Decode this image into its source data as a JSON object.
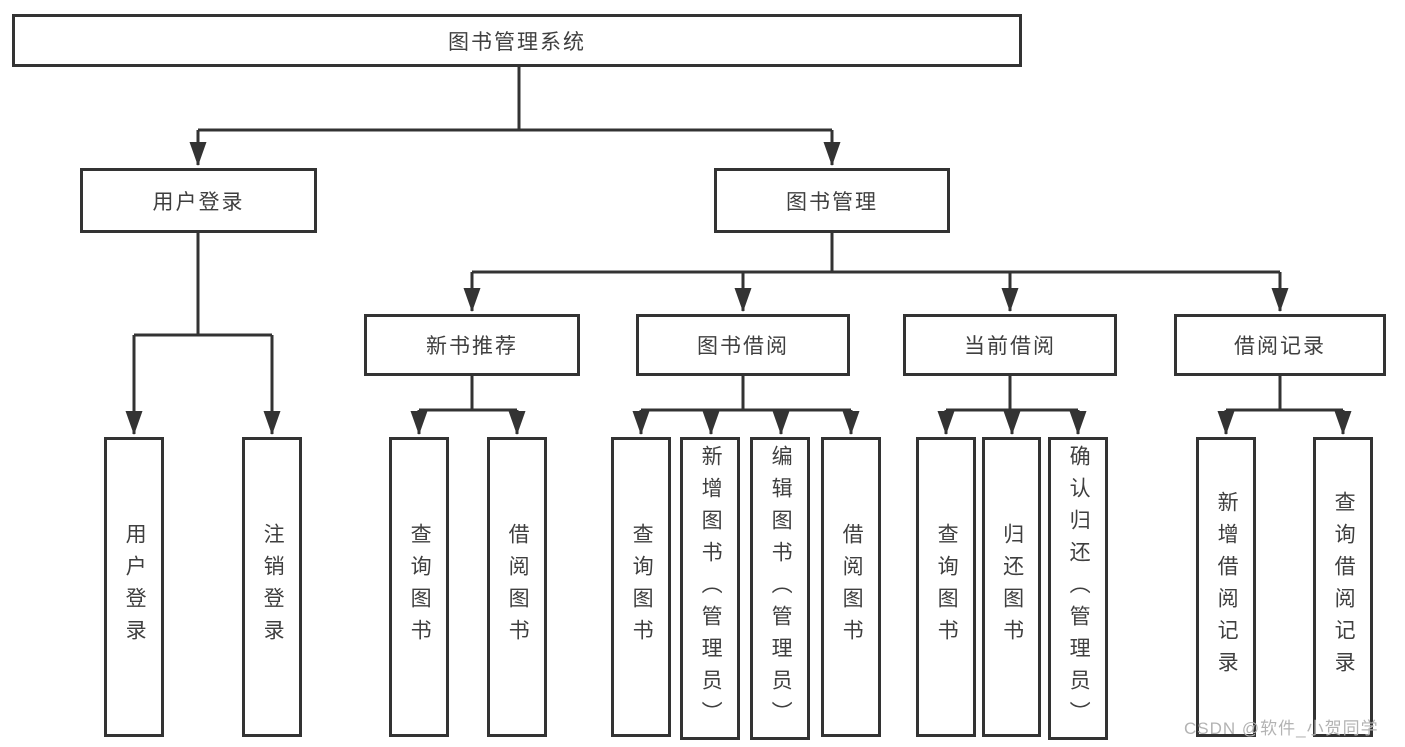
{
  "diagram": {
    "title_node": "图书管理系统",
    "level2": {
      "user_login": "用户登录",
      "book_management": "图书管理"
    },
    "level3": {
      "new_book_recommendation": "新书推荐",
      "book_borrowing": "图书借阅",
      "current_borrowing": "当前借阅",
      "borrowing_records": "借阅记录"
    },
    "leaves": [
      "用户登录",
      "注销登录",
      "查询图书",
      "借阅图书",
      "查询图书",
      "新增图书（管理员）",
      "编辑图书（管理员）",
      "借阅图书",
      "查询图书",
      "归还图书",
      "确认归还（管理员）",
      "新增借阅记录",
      "查询借阅记录"
    ]
  },
  "watermark": "CSDN @软件_小贺同学",
  "colors": {
    "line": "#333333",
    "border": "#333333",
    "text": "#3f3f3f",
    "background": "#ffffff",
    "watermark": "#b3b3b3"
  }
}
